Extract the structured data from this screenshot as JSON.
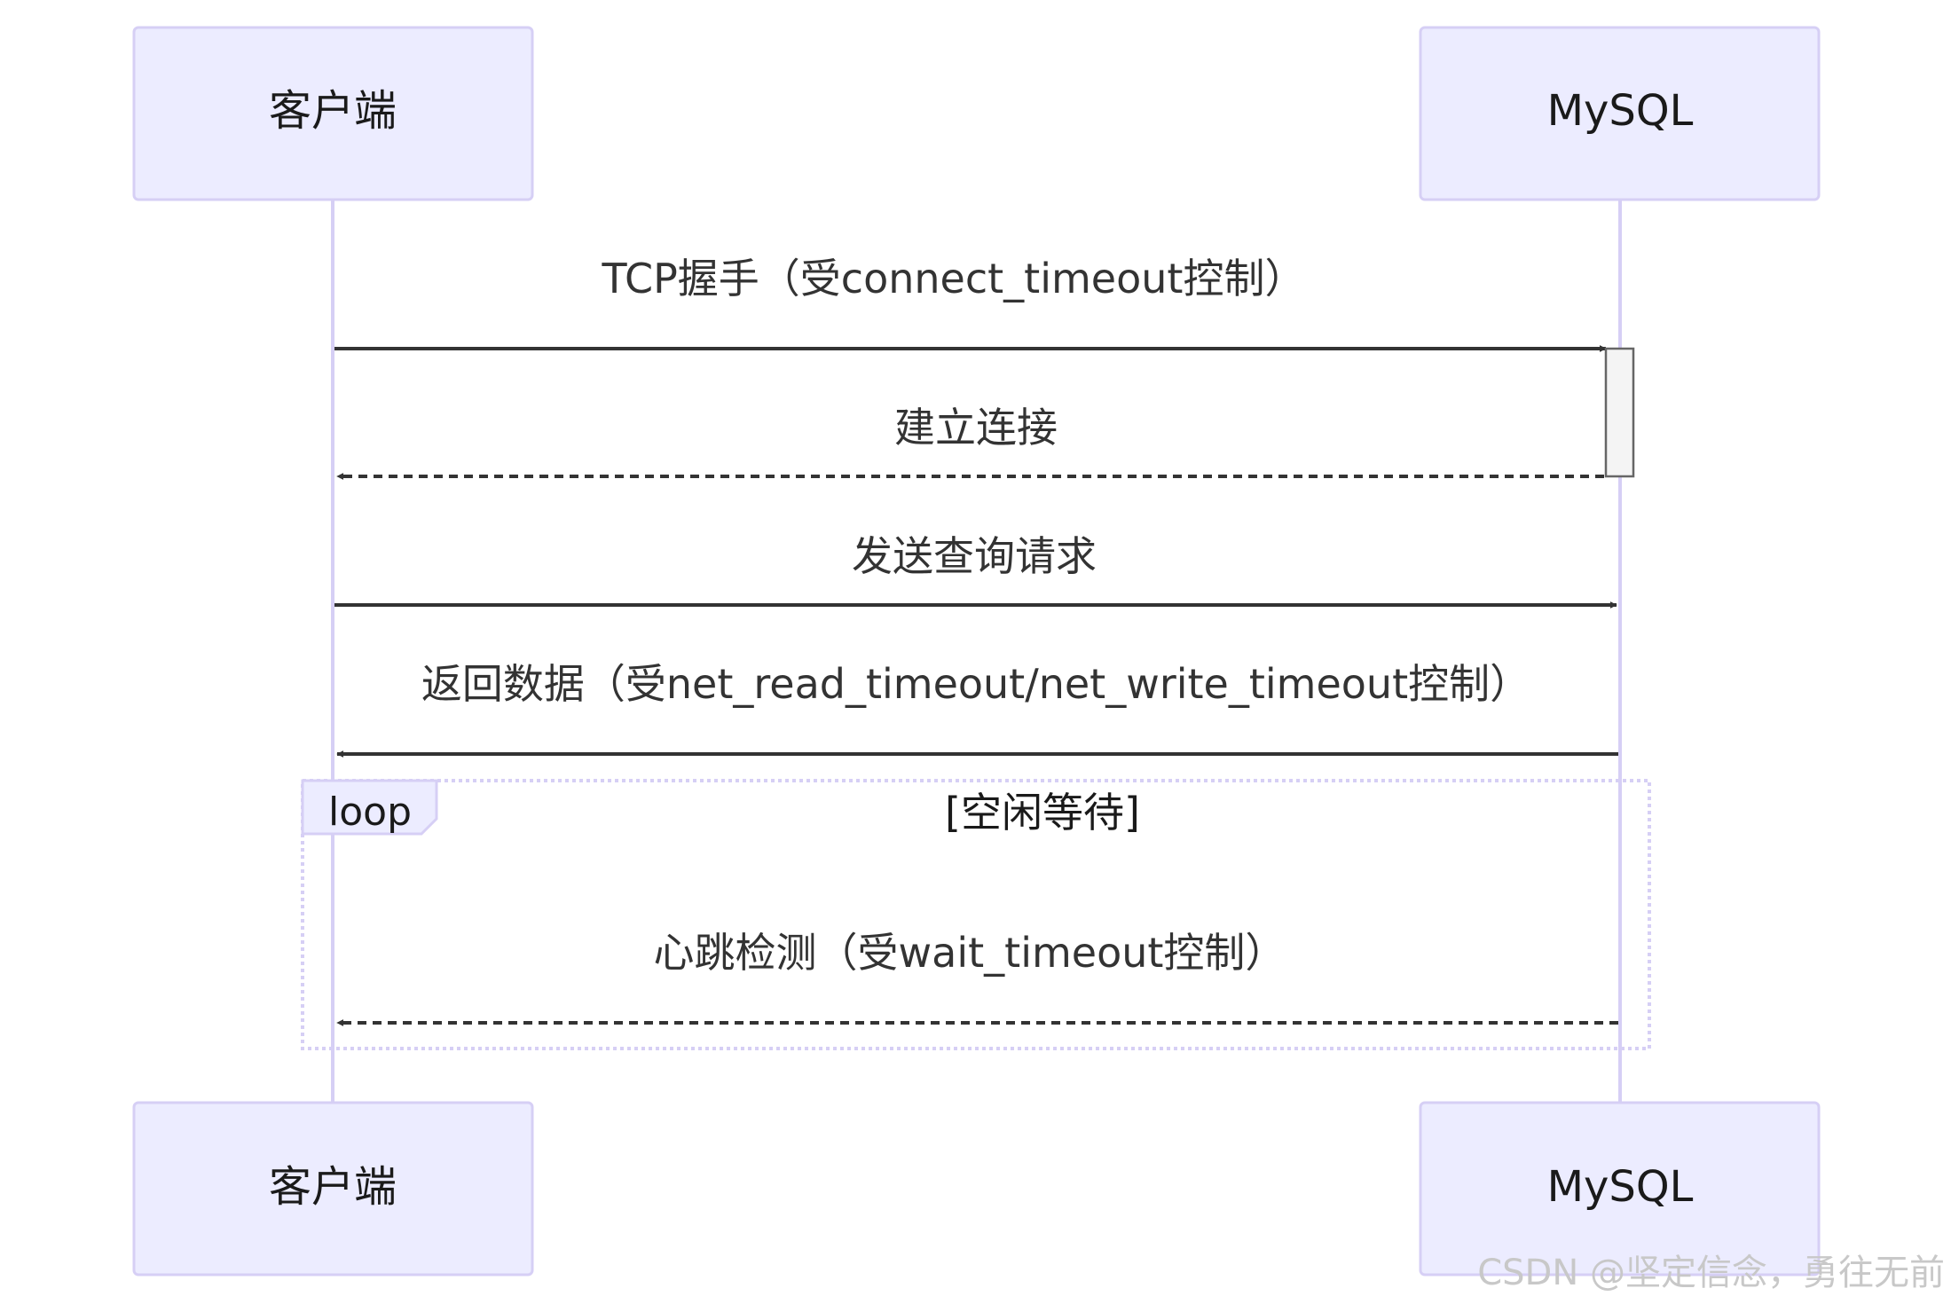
{
  "participants": {
    "client": "客户端",
    "mysql": "MySQL"
  },
  "messages": [
    {
      "text": "TCP握手（受connect_timeout控制）",
      "from": "client",
      "to": "mysql",
      "style": "solid"
    },
    {
      "text": "建立连接",
      "from": "mysql",
      "to": "client",
      "style": "dashed"
    },
    {
      "text": "发送查询请求",
      "from": "client",
      "to": "mysql",
      "style": "solid"
    },
    {
      "text": "返回数据（受net_read_timeout/net_write_timeout控制）",
      "from": "mysql",
      "to": "client",
      "style": "solid"
    },
    {
      "text": "心跳检测（受wait_timeout控制）",
      "from": "mysql",
      "to": "client",
      "style": "dashed"
    }
  ],
  "loop": {
    "label": "loop",
    "condition": "[空闲等待]"
  },
  "watermark": "CSDN @坚定信念，勇往无前",
  "colors": {
    "actor_fill": "#ececff",
    "actor_border": "#d6cff5",
    "arrow": "#333333"
  }
}
